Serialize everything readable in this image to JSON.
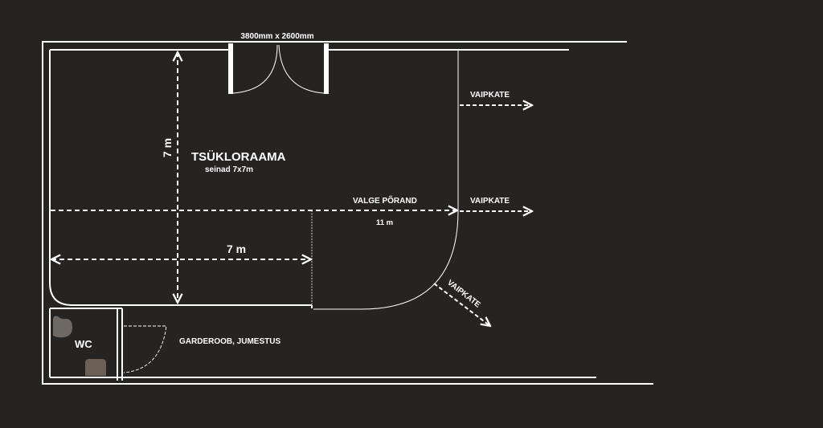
{
  "door_size": "3800mm x 2600mm",
  "room": {
    "name": "TSÜKLORAAMA",
    "walls": "seinad 7x7m",
    "height_label": "7 m",
    "width_label": "7 m"
  },
  "floor": {
    "label": "VALGE PÕRAND",
    "length_label": "11 m"
  },
  "carpet": {
    "top": "VAIPKATE",
    "middle": "VAIPKATE",
    "diagonal": "VAIPKATE"
  },
  "wc_label": "WC",
  "wardrobe_label": "GARDEROOB, JUMESTUS",
  "colors": {
    "background": "#262323",
    "lines": "#ffffff",
    "fixtures": "#6f6964"
  }
}
